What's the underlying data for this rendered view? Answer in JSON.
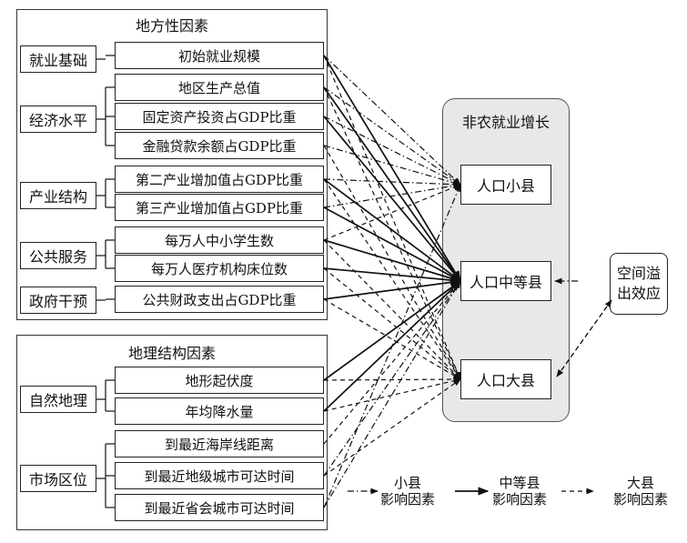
{
  "top_panel": {
    "title": "地方性因素",
    "groups": [
      {
        "label": "就业基础",
        "factors": [
          "初始就业规模"
        ]
      },
      {
        "label": "经济水平",
        "factors": [
          "地区生产总值",
          "固定资产投资占GDP比重",
          "金融贷款余额占GDP比重"
        ]
      },
      {
        "label": "产业结构",
        "factors": [
          "第二产业增加值占GDP比重",
          "第三产业增加值占GDP比重"
        ]
      },
      {
        "label": "公共服务",
        "factors": [
          "每万人中小学生数",
          "每万人医疗机构床位数"
        ]
      },
      {
        "label": "政府干预",
        "factors": [
          "公共财政支出占GDP比重"
        ]
      }
    ]
  },
  "bottom_panel": {
    "title": "地理结构因素",
    "groups": [
      {
        "label": "自然地理",
        "factors": [
          "地形起伏度",
          "年均降水量"
        ]
      },
      {
        "label": "市场区位",
        "factors": [
          "到最近海岸线距离",
          "到最近地级城市可达时间",
          "到最近省会城市可达时间"
        ]
      }
    ]
  },
  "outcome": {
    "title": "非农就业增长",
    "counties": [
      "人口小县",
      "人口中等县",
      "人口大县"
    ]
  },
  "spillover": {
    "line1": "空间溢",
    "line2": "出效应"
  },
  "legend": [
    {
      "style": "dashdot",
      "line1": "小县",
      "line2": "影响因素"
    },
    {
      "style": "solid",
      "line1": "中等县",
      "line2": "影响因素"
    },
    {
      "style": "dashed",
      "line1": "大县",
      "line2": "影响因素"
    }
  ],
  "colors": {
    "line": "#111111",
    "outcome_bg": "#e8e8e8"
  }
}
